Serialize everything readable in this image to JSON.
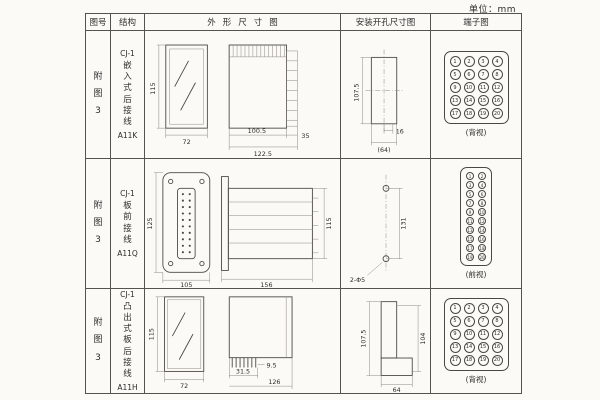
{
  "page": {
    "unit_label": "单位：mm"
  },
  "table": {
    "headers": {
      "fig": "图号",
      "structure": "结构",
      "outline": "外形尺寸图",
      "mounting": "安装开孔尺寸图",
      "terminal": "端子图"
    },
    "rows": [
      {
        "fig_no": "附图3",
        "model": "CJ-1",
        "mount_type": "嵌入式后接线",
        "code": "A11K",
        "outline_dims": {
          "front_height": "115",
          "front_width": "72",
          "body_depth": "100.5",
          "total_depth": "122.5",
          "terminal_depth": "35"
        },
        "mounting_dims": {
          "cutout_height": "107.5",
          "pitch": "16",
          "cutout_width": "(64)"
        },
        "terminal": {
          "caption": "(背视)",
          "numbers": [
            1,
            2,
            3,
            4,
            5,
            6,
            7,
            8,
            9,
            10,
            11,
            12,
            13,
            14,
            15,
            16,
            17,
            18,
            19,
            20
          ]
        }
      },
      {
        "fig_no": "附图3",
        "model": "CJ-1",
        "mount_type": "板前接线",
        "code": "A11Q",
        "outline_dims": {
          "front_height": "125",
          "front_width": "105",
          "body_length": "156",
          "body_height": "115"
        },
        "mounting_dims": {
          "hole_pitch": "131",
          "hole_spec": "2-Φ5"
        },
        "terminal": {
          "caption": "(前视)",
          "numbers": [
            1,
            2,
            3,
            4,
            5,
            6,
            7,
            8,
            9,
            10,
            11,
            12,
            13,
            14,
            15,
            16,
            17,
            18,
            19,
            20
          ]
        }
      },
      {
        "fig_no": "附图3",
        "model": "CJ-1",
        "mount_type": "凸出式板后接线",
        "code": "A11H",
        "outline_dims": {
          "front_height": "115",
          "front_width": "72",
          "pin_length": "9.5",
          "pin_zone": "31.5",
          "total_depth": "126"
        },
        "mounting_dims": {
          "height_a": "107.5",
          "height_b": "104",
          "width": "64"
        },
        "terminal": {
          "caption": "(背视)",
          "numbers": [
            1,
            2,
            3,
            4,
            5,
            6,
            7,
            8,
            9,
            10,
            11,
            12,
            13,
            14,
            15,
            16,
            17,
            18,
            19,
            20
          ]
        }
      }
    ]
  }
}
